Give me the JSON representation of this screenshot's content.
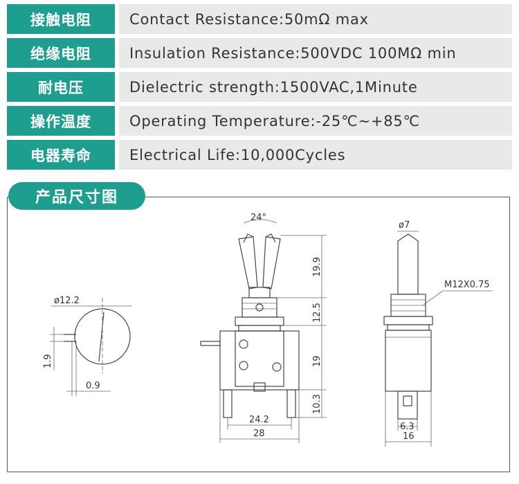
{
  "specs": [
    {
      "label": "接触电阻",
      "value": "Contact Resistance:50mΩ max"
    },
    {
      "label": "绝缘电阻",
      "value": "Insulation Resistance:500VDC 100MΩ min"
    },
    {
      "label": "耐电压",
      "value": "Dielectric strength:1500VAC,1Minute"
    },
    {
      "label": "操作温度",
      "value": "Operating Temperature:-25℃~+85℃"
    },
    {
      "label": "电器寿命",
      "value": "Electrical Life:10,000Cycles"
    }
  ],
  "section_title": "产品尺寸图",
  "dims": {
    "panel_diameter": "ø12.2",
    "key_height": "1.9",
    "key_width": "0.9",
    "angle": "24°",
    "lever_height": "19.9",
    "bushing_height": "12.5",
    "body_height": "19",
    "terminal_height": "10.3",
    "terminal_span": "24.2",
    "body_width": "28",
    "lever_diameter": "ø7",
    "thread": "M12X0.75",
    "terminal_width": "6.3",
    "side_width": "16"
  }
}
